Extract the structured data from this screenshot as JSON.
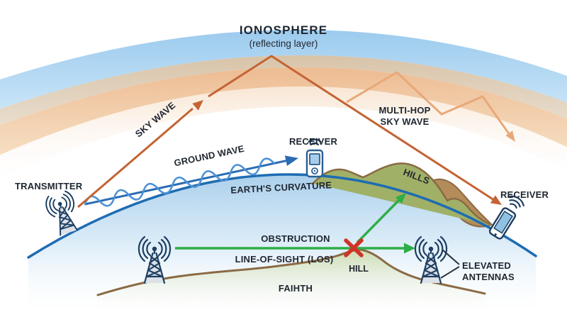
{
  "title": {
    "main": "IONOSPHERE",
    "sub": "(reflecting layer)"
  },
  "labels": {
    "sky_wave": "SKY WAVE",
    "ground_wave": "GROUND WAVE",
    "multi_hop_line1": "MULTI-HOP",
    "multi_hop_line2": "SKY WAVE",
    "transmitter": "TRANSMITTER",
    "receiver_ground": "RECEIVER",
    "receiver_sky": "RECEIVER",
    "earths_curvature": "EARTH'S CURVATURE",
    "hills": "HILLS",
    "obstruction": "OBSTRUCTION",
    "line_of_sight": "LINE-OF-SIGHT (LOS)",
    "hill": "HILL",
    "terrain": "FAIHTH",
    "elevated_line1": "ELEVATED",
    "elevated_line2": "ANTENNAS"
  },
  "colors": {
    "sky_wave": "#c46434",
    "multi_hop": "#e8a878",
    "ground_wave_carrier": "#2a6cb3",
    "ground_wave_sine": "#4e92d4",
    "earth_arc": "#1e6cb2",
    "los_green": "#2fad47",
    "blocked_x": "#d13327",
    "hills_green": "#a0b167",
    "hills_brown": "#b38c5a",
    "terrain_outline": "#8a6a44",
    "ionosphere_blue": "#a2cfee",
    "ionosphere_orange": "#ecb88c",
    "text": "#1f2630"
  }
}
